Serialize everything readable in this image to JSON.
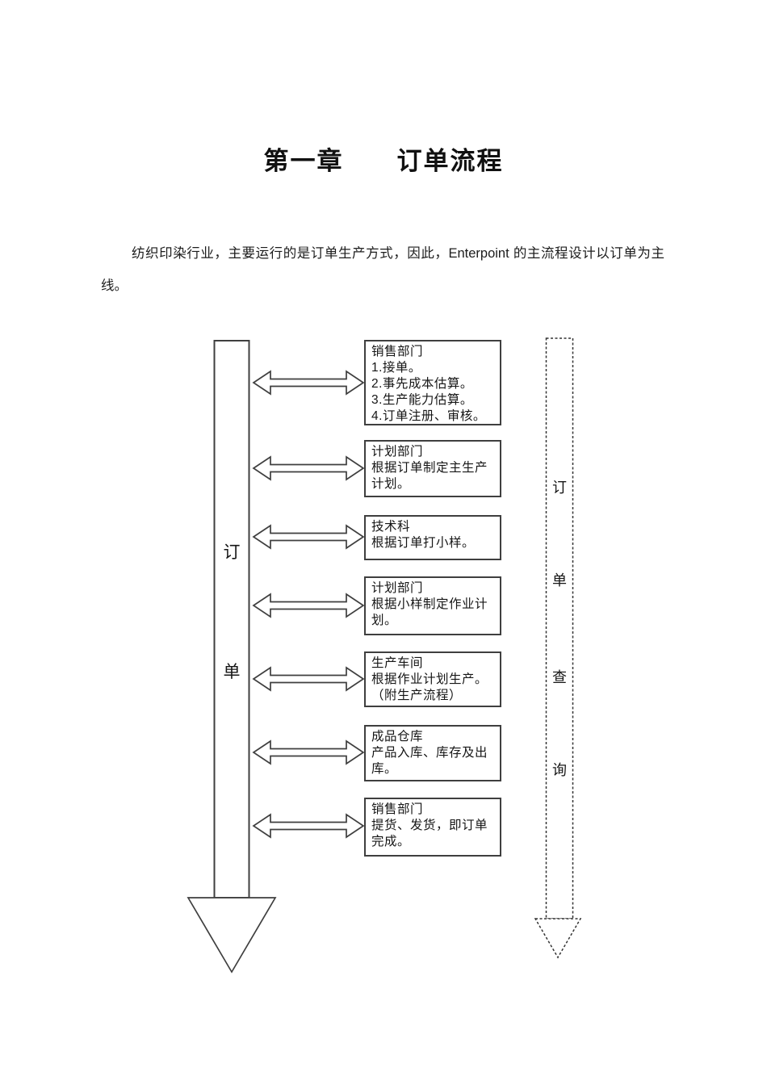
{
  "page": {
    "title": "第一章　　订单流程",
    "paragraph": "纺织印染行业，主要运行的是订单生产方式，因此，Enterpoint 的主流程设计以订单为主线。"
  },
  "diagram": {
    "left_arrow": {
      "meaning": "订单",
      "chars": [
        "订",
        "单"
      ]
    },
    "right_arrow": {
      "meaning": "订单查询",
      "chars": [
        "订",
        "单",
        "查",
        "询"
      ]
    },
    "boxes": [
      {
        "lines": [
          "销售部门",
          "1.接单。",
          "2.事先成本估算。",
          "3.生产能力估算。",
          "4.订单注册、审核。"
        ]
      },
      {
        "lines": [
          "计划部门",
          "根据订单制定主生产",
          "计划。"
        ]
      },
      {
        "lines": [
          "技术科",
          "根据订单打小样。"
        ]
      },
      {
        "lines": [
          "计划部门",
          "根据小样制定作业计",
          "划。"
        ]
      },
      {
        "lines": [
          "生产车间",
          "根据作业计划生产。",
          "（附生产流程）"
        ]
      },
      {
        "lines": [
          "成品仓库",
          "产品入库、库存及出",
          "库。"
        ]
      },
      {
        "lines": [
          "销售部门",
          "提货、发货，即订单",
          "完成。"
        ]
      }
    ],
    "colors": {
      "line": "#3f3f3f",
      "text": "#161616",
      "background": "#ffffff"
    }
  }
}
